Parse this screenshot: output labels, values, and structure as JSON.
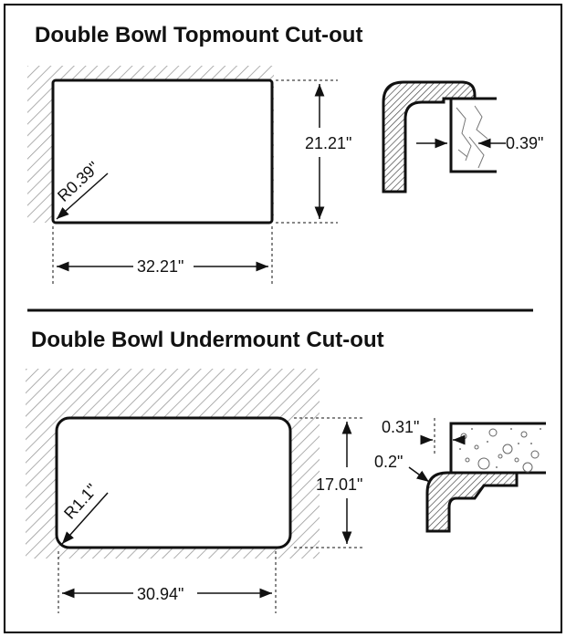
{
  "topmount": {
    "title": "Double Bowl Topmount Cut-out",
    "radius_label": "R0.39\"",
    "height_label": "21.21\"",
    "width_label": "32.21\"",
    "edge_label": "0.39\""
  },
  "undermount": {
    "title": "Double Bowl Undermount Cut-out",
    "radius_label": "R1.1\"",
    "height_label": "17.01\"",
    "width_label": "30.94\"",
    "overhang_label": "0.31\"",
    "reveal_label": "0.2\""
  },
  "colors": {
    "line": "#111111",
    "hatch": "#9a9a9a"
  }
}
